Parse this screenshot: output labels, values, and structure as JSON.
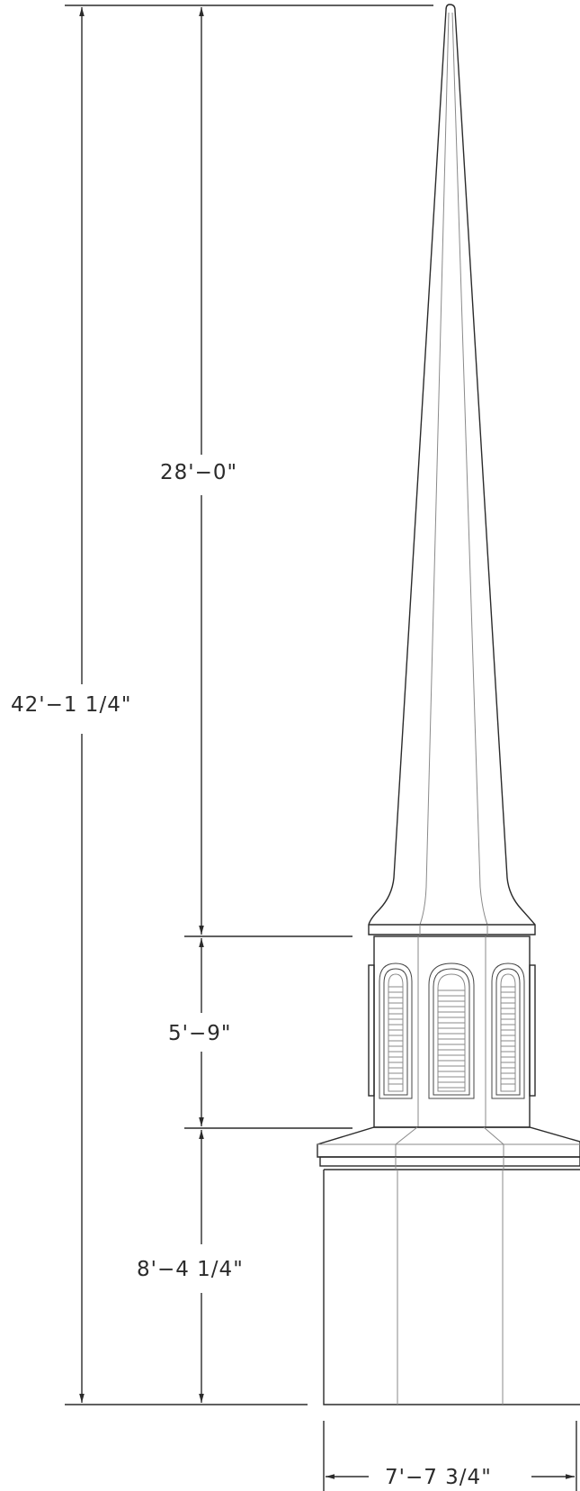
{
  "drawing": {
    "dimensions": {
      "overall_height": "42'−1 1/4\"",
      "spire_height": "28'−0\"",
      "belfry_height": "5'−9\"",
      "base_height": "8'−4 1/4\"",
      "base_width": "7'−7 3/4\""
    }
  }
}
